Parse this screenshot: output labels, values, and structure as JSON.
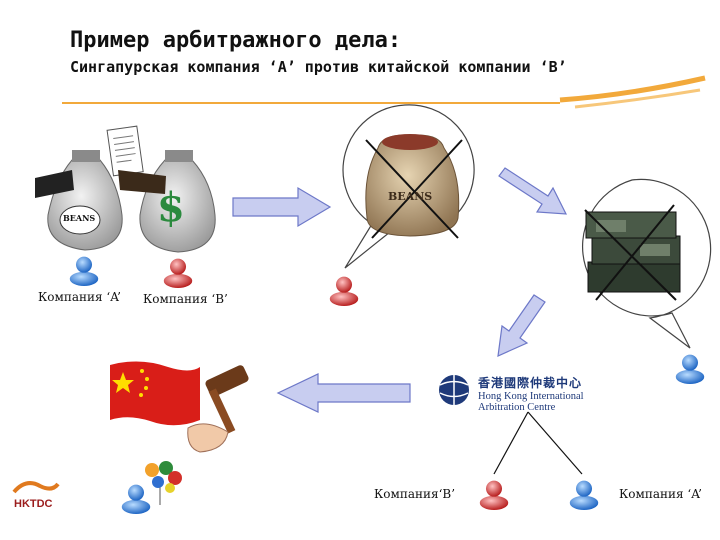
{
  "title": "Пример арбитражного дела:",
  "subtitle": "Сингапурская компания ‘A’ против китайской компании ‘B’",
  "labels": {
    "company_a_left": "Компания ‘A’",
    "company_b_left": "Компания ‘B’",
    "company_b_bottom": "Компания‘B’",
    "company_a_bottom": "Компания ‘A’"
  },
  "bag_text": {
    "beans_left": "BEANS",
    "beans_center": "BEANS",
    "dollar": "$"
  },
  "hkiac": {
    "zh": "香港國際仲裁中心",
    "en_line1": "Hong Kong International",
    "en_line2": "Arbitration Centre"
  },
  "logo": {
    "text": "HKTDC"
  },
  "colors": {
    "orange_accent": "#f2a93b",
    "arrow_fill": "#c8cdf0",
    "arrow_stroke": "#6d78c8",
    "person_blue": "#2f7fd8",
    "person_red": "#d23a3a",
    "flag_red": "#d91e18",
    "flag_star": "#ffde00"
  }
}
